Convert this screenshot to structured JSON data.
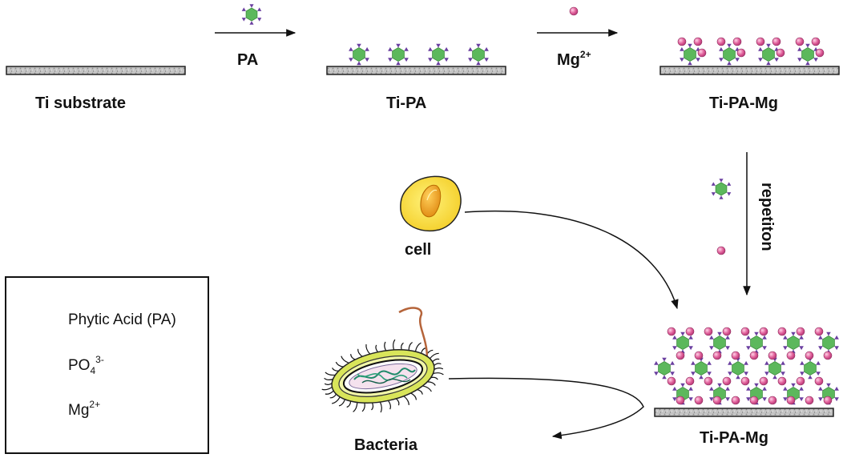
{
  "labels": {
    "ti_substrate": "Ti substrate",
    "ti_pa": "Ti-PA",
    "ti_pa_mg_top": "Ti-PA-Mg",
    "ti_pa_mg_bottom": "Ti-PA-Mg",
    "cell": "cell",
    "bacteria": "Bacteria"
  },
  "arrows": {
    "step1": "PA",
    "step2_base": "Mg",
    "step2_sup": "2+",
    "step3": "repetiton"
  },
  "legend": {
    "pa": "Phytic Acid (PA)",
    "po4_base": "PO",
    "po4_sub": "4",
    "po4_sup": "3-",
    "mg_base": "Mg",
    "mg_sup": "2+"
  },
  "colors": {
    "hexagon": "#5cb85c",
    "phosphate": "#6a3fa0",
    "magnesium": "#e0609a",
    "substrate": "#b9b9b9"
  }
}
